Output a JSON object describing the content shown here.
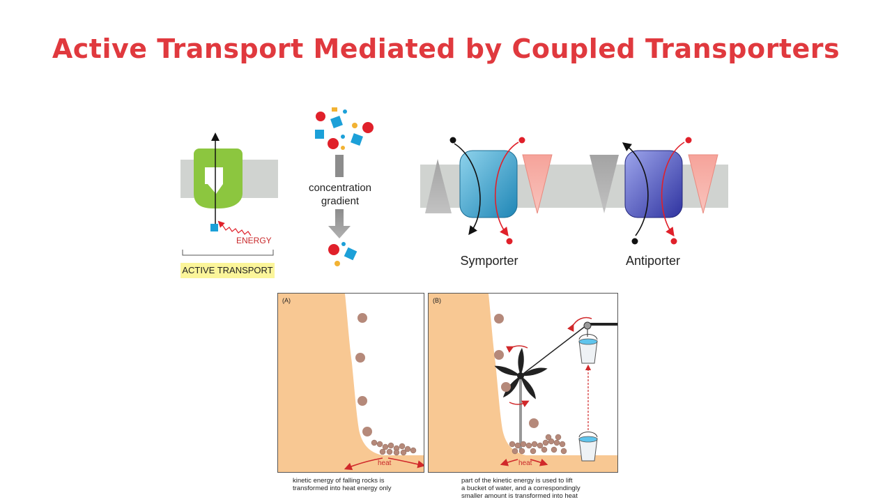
{
  "title": "Active Transport Mediated by Coupled Transporters",
  "active_transport": {
    "energy_label": "ENERGY",
    "label": "ACTIVE TRANSPORT"
  },
  "gradient": {
    "line1": "concentration",
    "line2": "gradient"
  },
  "transporters": {
    "symporter": "Symporter",
    "antiporter": "Antiporter"
  },
  "panels": {
    "a": {
      "label": "(A)",
      "heat": "heat",
      "caption1": "kinetic energy of falling rocks is",
      "caption2": "transformed into heat energy only"
    },
    "b": {
      "label": "(B)",
      "heat": "heat",
      "caption1": "part of the kinetic energy is used to lift",
      "caption2": "a bucket of water, and a correspondingly",
      "caption3": "smaller amount is transformed into heat"
    }
  },
  "colors": {
    "title": "#e0393e",
    "membrane": "#d0d3d0",
    "carrier": "#8cc63f",
    "symporter": "#3aa9cf",
    "antiporter": "#4a4fb5",
    "red": "#e0202a",
    "blue": "#1ca0d8",
    "yellow": "#f2b233",
    "cliff": "#f8c893",
    "highlight": "#fbf59a"
  }
}
